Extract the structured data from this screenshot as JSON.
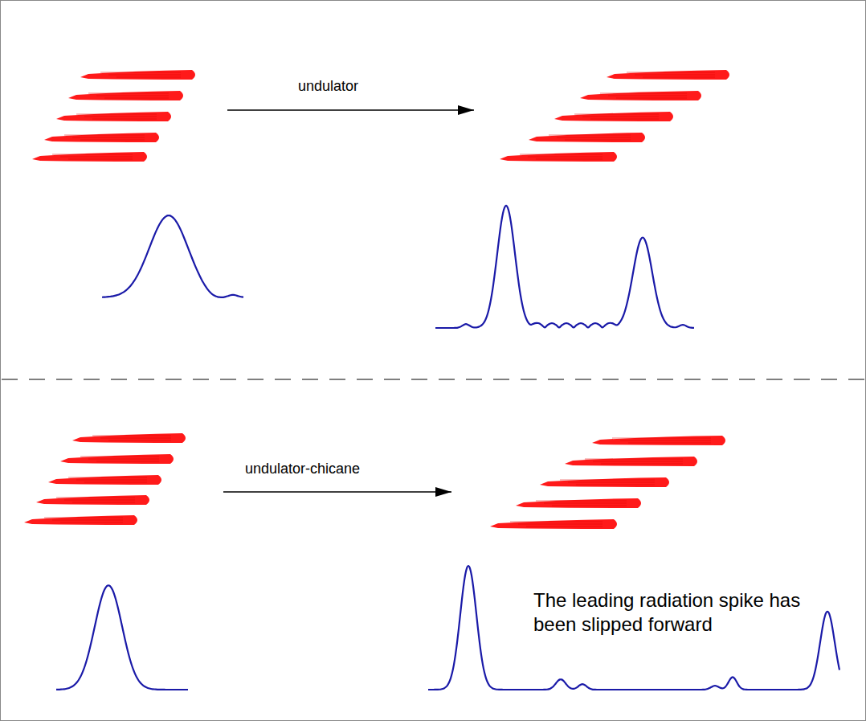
{
  "diagram": {
    "labels": [
      "undulator",
      "undulator-chicane",
      "The leading radiation spike has been slipped forward"
    ]
  }
}
